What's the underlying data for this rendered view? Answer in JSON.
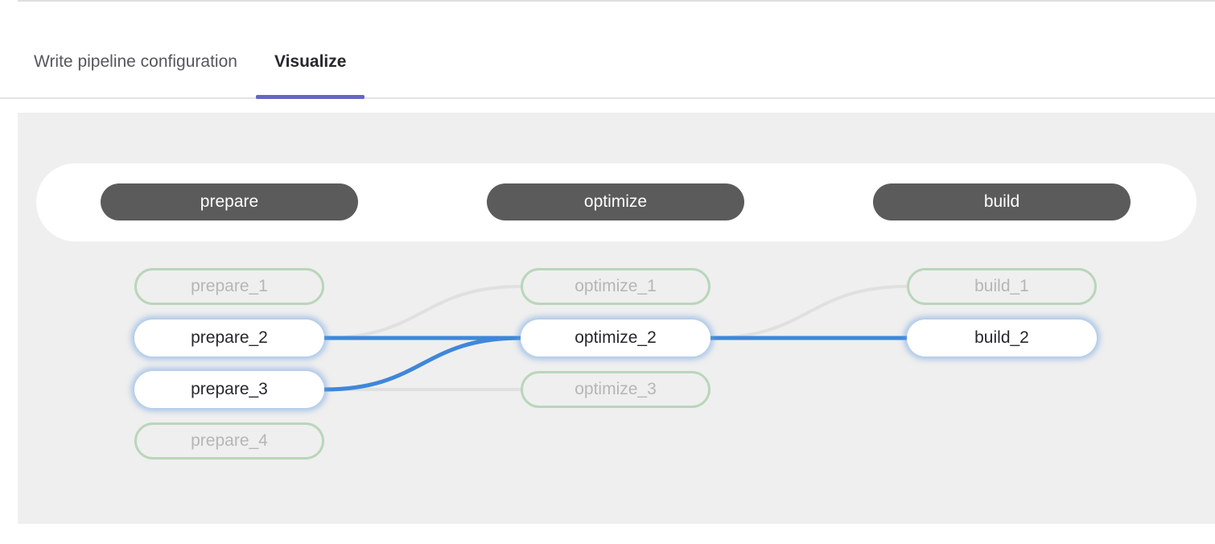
{
  "tabs": {
    "items": [
      {
        "label": "Write pipeline configuration",
        "active": false
      },
      {
        "label": "Visualize",
        "active": true
      }
    ]
  },
  "colors": {
    "tab_active_indicator": "#6666c4",
    "tab_active_text": "#28272d",
    "tab_inactive_text": "#57575b",
    "canvas_bg": "#efefef",
    "stage_pill_bg": "#5b5b5b",
    "stage_pill_text": "#ffffff",
    "job_dim_border": "#b9d6ba",
    "job_dim_text": "#b6b6b6",
    "job_highlight_text": "#28272d",
    "job_highlight_glow": "rgba(105,160,225,0.5)",
    "link_highlight": "#3f87d9",
    "link_dim": "#e0e0e0"
  },
  "pipeline": {
    "stages": [
      {
        "name": "prepare",
        "jobs": [
          {
            "name": "prepare_1",
            "state": "dim"
          },
          {
            "name": "prepare_2",
            "state": "highlighted"
          },
          {
            "name": "prepare_3",
            "state": "highlighted"
          },
          {
            "name": "prepare_4",
            "state": "dim"
          }
        ]
      },
      {
        "name": "optimize",
        "jobs": [
          {
            "name": "optimize_1",
            "state": "dim"
          },
          {
            "name": "optimize_2",
            "state": "highlighted"
          },
          {
            "name": "optimize_3",
            "state": "dim"
          }
        ]
      },
      {
        "name": "build",
        "jobs": [
          {
            "name": "build_1",
            "state": "dim"
          },
          {
            "name": "build_2",
            "state": "highlighted"
          }
        ]
      }
    ],
    "links": [
      {
        "from": "prepare_2",
        "to": "optimize_1",
        "state": "dim"
      },
      {
        "from": "prepare_2",
        "to": "optimize_2",
        "state": "highlighted"
      },
      {
        "from": "prepare_3",
        "to": "optimize_2",
        "state": "highlighted"
      },
      {
        "from": "prepare_3",
        "to": "optimize_3",
        "state": "dim"
      },
      {
        "from": "optimize_2",
        "to": "build_1",
        "state": "dim"
      },
      {
        "from": "optimize_2",
        "to": "build_2",
        "state": "highlighted"
      }
    ]
  }
}
